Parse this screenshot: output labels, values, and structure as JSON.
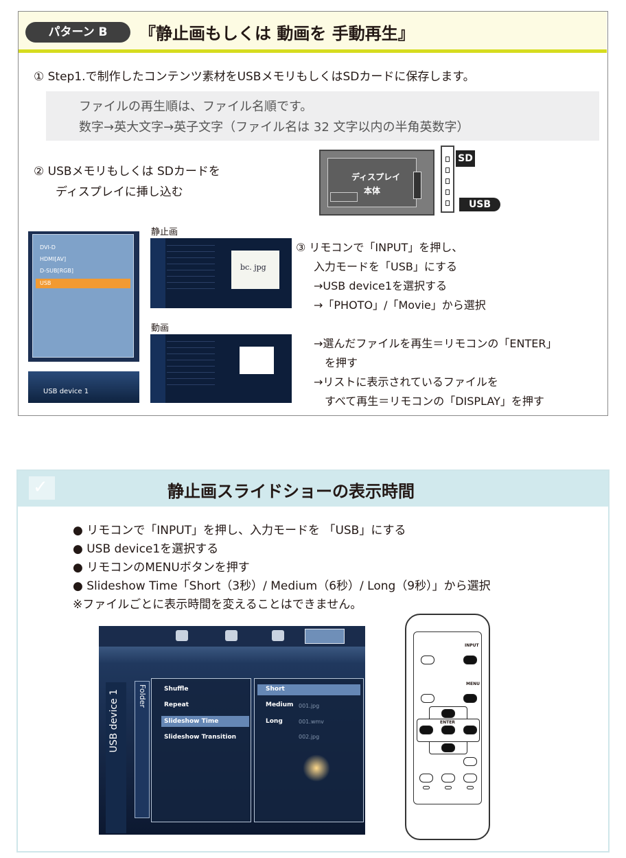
{
  "pattern_b": {
    "pill": "パターン B",
    "title": "『静止画もしくは 動画を 手動再生』",
    "step1": "① Step1.で制作したコンテンツ素材をUSBメモリもしくはSDカードに保存します。",
    "note_line1": "ファイルの再生順は、ファイル名順です。",
    "note_line2": "数字→英大文字→英子文字（ファイル名は 32 文字以内の半角英数字）",
    "step2_line1": "② USBメモリもしくは SDカードを",
    "step2_line2": "ディスプレイに挿し込む",
    "display": {
      "label1": "ディスプレイ",
      "label2": "本体",
      "sd": "SD",
      "usb": "USB"
    },
    "input_menu": {
      "items": [
        "DVI-D",
        "HDMI[AV]",
        "D-SUB[RGB]",
        "USB"
      ],
      "selected": "USB",
      "device": "USB device 1"
    },
    "photo_label": "静止画",
    "movie_label": "動画",
    "photo_preview": "bc. jpg",
    "step3": [
      "③ リモコンで「INPUT」を押し、",
      "入力モードを「USB」にする",
      "→USB device1を選択する",
      "→「PHOTO」/「Movie」から選択",
      "→選んだファイルを再生＝リモコンの「ENTER」",
      "を押す",
      "→リストに表示されているファイルを",
      "すべて再生＝リモコンの「DISPLAY」を押す"
    ]
  },
  "slideshow": {
    "title": "静止画スライドショーの表示時間",
    "bullets": [
      "● リモコンで「INPUT」を押し、入力モードを 「USB」にする",
      "● USB device1を選択する",
      "● リモコンのMENUボタンを押す",
      "● Slideshow Time「Short（3秒）/ Medium（6秒）/ Long（9秒）」から選択",
      "※ファイルごとに表示時間を変えることはできません。"
    ],
    "screen": {
      "side_label": "USB device 1",
      "folder_label": "Folder",
      "menu": [
        "Shuffle",
        "Repeat",
        "Slideshow Time",
        "Slideshow Transition"
      ],
      "menu_selected": "Slideshow Time",
      "options": [
        "Short",
        "Medium",
        "Long"
      ],
      "option_selected": "Short",
      "files": [
        "001.jpg",
        "001.wmv",
        "002.jpg"
      ]
    },
    "remote": {
      "input": "INPUT",
      "menu": "MENU",
      "enter": "ENTER"
    }
  }
}
